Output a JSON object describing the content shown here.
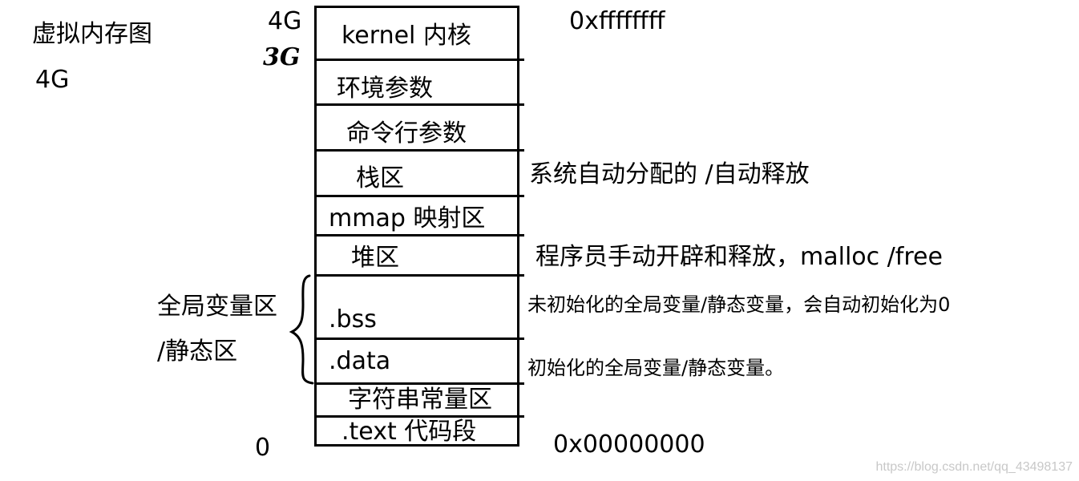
{
  "title": "虚拟内存图",
  "size_label": "4G",
  "mark_top": "4G",
  "mark_3g": "3G",
  "mark_bottom": "0",
  "addr_top": "0xffffffff",
  "addr_bottom": "0x00000000",
  "segments": [
    {
      "label": "kernel   内核"
    },
    {
      "label": "环境参数"
    },
    {
      "label": "命令行参数"
    },
    {
      "label": "栈区"
    },
    {
      "label": "mmap 映射区"
    },
    {
      "label": "堆区"
    },
    {
      "label": ".bss"
    },
    {
      "label": ".data"
    },
    {
      "label": "字符串常量区"
    },
    {
      "label": ".text   代码段"
    }
  ],
  "notes": {
    "stack": "系统自动分配的 /自动释放",
    "heap": "程序员手动开辟和释放，malloc   /free",
    "bss": "未初始化的全局变量/静态变量，会自动初始化为0",
    "data": "初始化的全局变量/静态变量。"
  },
  "group": {
    "line1": "全局变量区",
    "line2": "/静态区"
  },
  "watermark": "https://blog.csdn.net/qq_43498137"
}
